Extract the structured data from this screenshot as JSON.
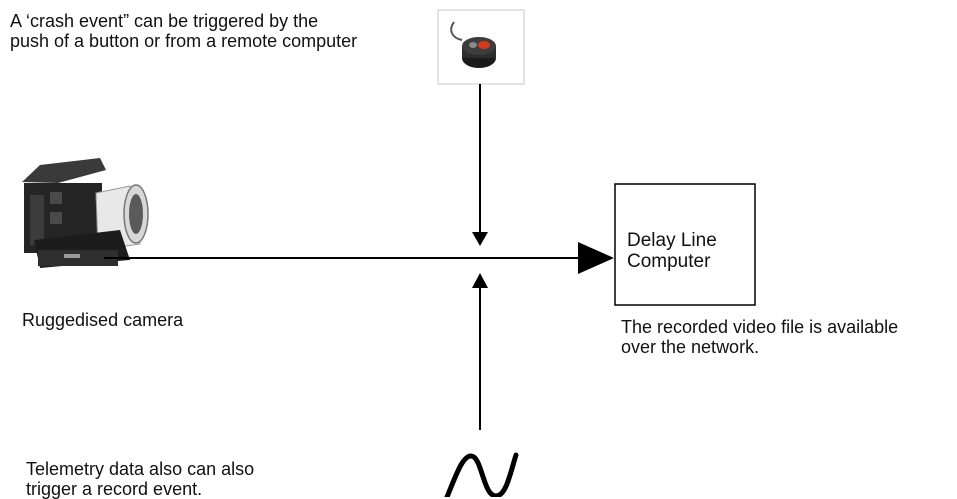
{
  "diagram": {
    "crash_note": [
      "A ‘crash event” can be triggered by the",
      "push of a button or from a remote computer"
    ],
    "camera_label": "Ruggedised camera",
    "box_label": [
      "Delay Line",
      "Computer"
    ],
    "network_note": [
      "The recorded video file is available",
      "over the network."
    ],
    "telemetry_note": [
      "Telemetry data also can also",
      "trigger a record event."
    ]
  },
  "colors": {
    "line": "#000000",
    "camera_body": "#2a2a2a",
    "camera_lens": "#e8e8e8",
    "button_light": "#d13a1c"
  },
  "icons": [
    "camera-icon",
    "crash-button-icon",
    "telemetry-waveform-icon"
  ]
}
